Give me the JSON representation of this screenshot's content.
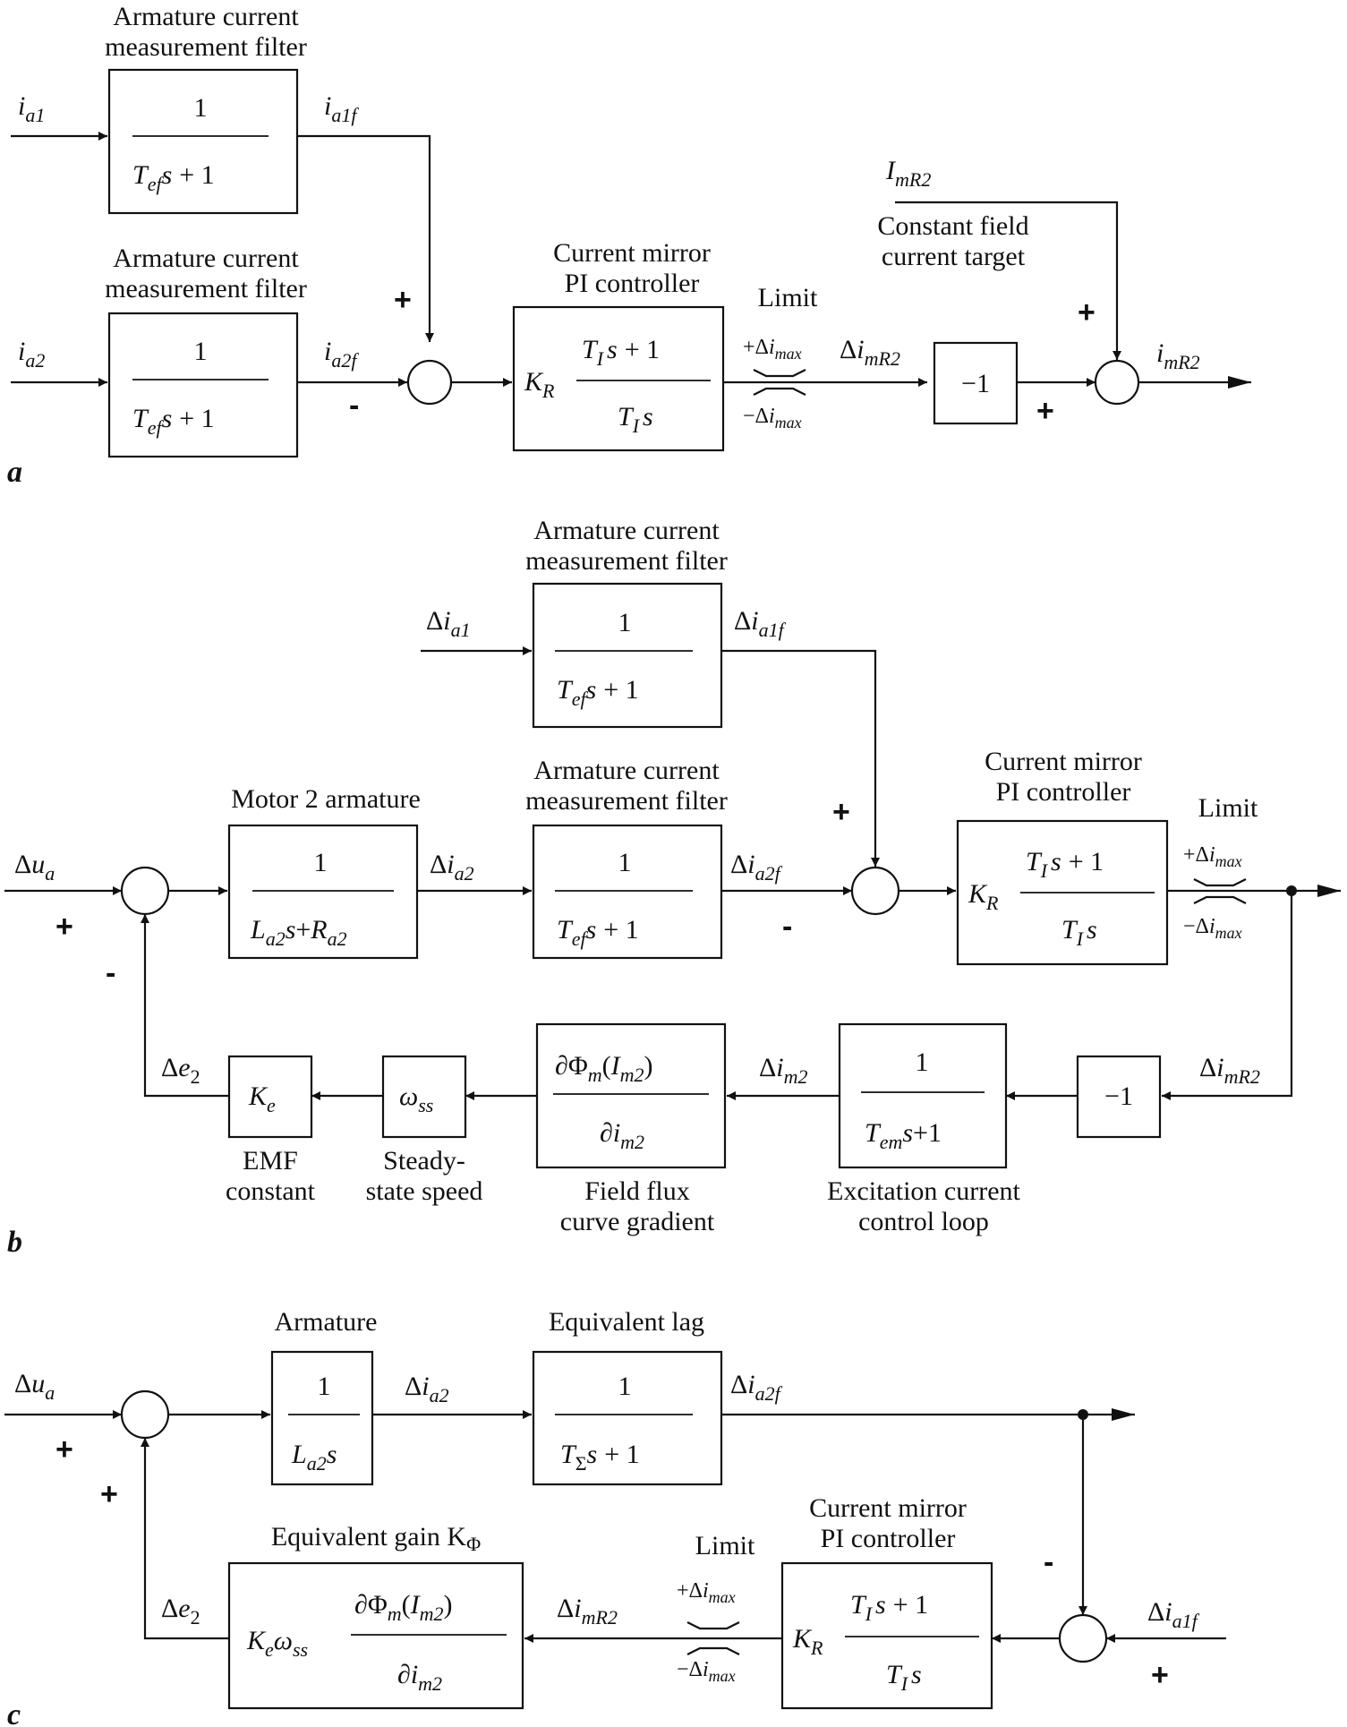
{
  "panels": {
    "a": "a",
    "b": "b",
    "c": "c"
  },
  "labels": {
    "arm_filter_1": "Armature current",
    "arm_filter_2": "measurement filter",
    "pi_1": "Current mirror",
    "pi_2": "PI controller",
    "limit": "Limit",
    "const_field_1": "Constant field",
    "const_field_2": "current target",
    "motor2_arm": "Motor 2 armature",
    "emf_1": "EMF",
    "emf_2": "constant",
    "ss_1": "Steady-",
    "ss_2": "state speed",
    "flux_1": "Field flux",
    "flux_2": "curve gradient",
    "exc_1": "Excitation current",
    "exc_2": "control loop",
    "armature": "Armature",
    "eq_lag": "Equivalent lag",
    "eq_gain": "Equivalent gain K",
    "eq_gain_sub": "Φ"
  },
  "signs": {
    "plus": "+",
    "minus": "-"
  },
  "math": {
    "one": "1",
    "minus_one": "−1",
    "plus_one": "+ 1",
    "plus_one_tight": "+1",
    "delta": "Δ",
    "i": "i",
    "I": "I",
    "u": "u",
    "e": "e",
    "K": "K",
    "T": "T",
    "L": "L",
    "R": "R",
    "s": "s",
    "plus": "+",
    "omega": "ω",
    "partial": "∂",
    "phi": "Φ",
    "paren_open": "(",
    "paren_close": ")",
    "sub_a1": "a1",
    "sub_a2": "a2",
    "sub_a1f": "a1f",
    "sub_a2f": "a2f",
    "sub_mR2": "mR2",
    "sub_ef": "ef",
    "sub_em": "em",
    "sub_I": "I",
    "sub_R": "R",
    "sub_max": "max",
    "sub_a": "a",
    "sub_e": "e",
    "sub_ss": "ss",
    "sub_m": "m",
    "sub_m2": "m2",
    "sub_2": "2",
    "sub_sigma": "Σ",
    "sub_R2": "R2"
  }
}
